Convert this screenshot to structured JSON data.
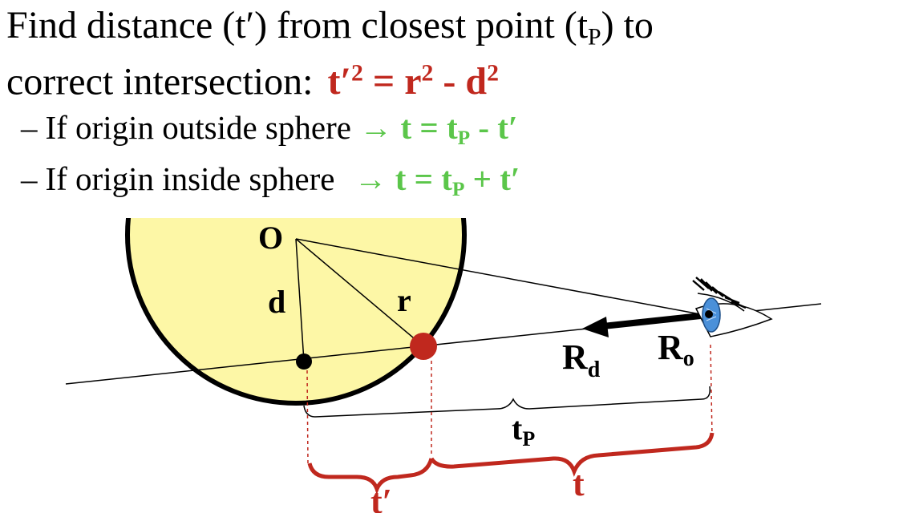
{
  "header": {
    "line1": "Find distance (t′) from closest point (t",
    "line1_sub": "P",
    "line1_end": ") to",
    "line2": "correct intersection:",
    "formula_a": "t′",
    "formula_b": " = r",
    "formula_c": " - d",
    "sq": "2"
  },
  "bullets": [
    {
      "dash": "–",
      "text": "If origin outside sphere",
      "arrow": "→",
      "eq_a": " t = t",
      "sub": "P",
      "eq_b": " - t′"
    },
    {
      "dash": "–",
      "text": "If origin inside sphere",
      "arrow": "→",
      "eq_a": " t = t",
      "sub": "P",
      "eq_b": " + t′"
    }
  ],
  "diagram": {
    "labels": {
      "O": "O",
      "d": "d",
      "r": "r",
      "R": "R",
      "d_sub": "d",
      "o_sub": "o",
      "t": "t",
      "P": "P",
      "t_prime": "t′"
    },
    "colors": {
      "sphere_fill": "#fdf7a6",
      "red": "#c0281e",
      "green": "#5bc64a",
      "eye": "#4a90d9"
    }
  }
}
